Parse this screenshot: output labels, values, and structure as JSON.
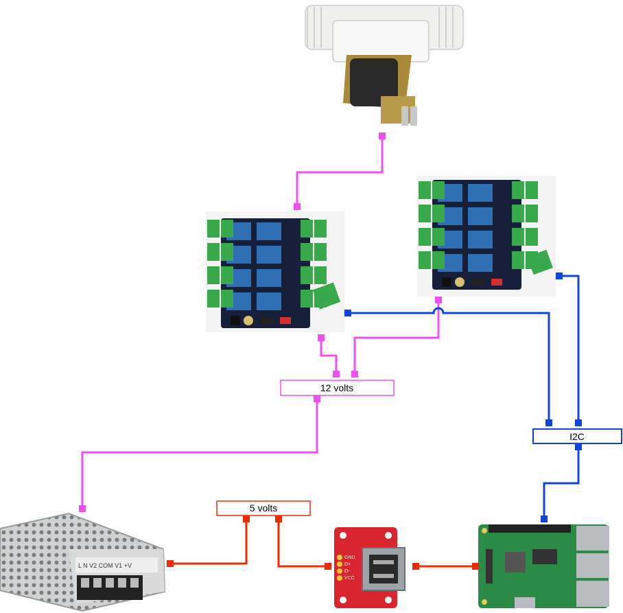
{
  "colors": {
    "power_12v": "#f050f0",
    "power_5v": "#ee2a00",
    "i2c": "#1144dd",
    "relay_board": "#16203a",
    "relay": "#2f6fb3",
    "terminal": "#3aa84d",
    "valve_body": "#f0f0ee",
    "supply_body": "#cfd2d3",
    "sparkfun_red": "#d8252e",
    "raspberry_pi_green": "#2a8a46"
  },
  "labels": {
    "v12": "12 volts",
    "v5": "5 volts",
    "i2c": "I2C"
  },
  "components": {
    "valve": "solenoid-valve",
    "relay1": "relay-board-1",
    "relay2": "relay-board-2",
    "psu": "power-supply",
    "usb": "usb-breakout-board",
    "pi": "raspberry-pi"
  },
  "psu_terminal_text": "L N   V2 COM V1 +V",
  "usb_pins": [
    "GND",
    "D+",
    "D-",
    "VCC"
  ]
}
